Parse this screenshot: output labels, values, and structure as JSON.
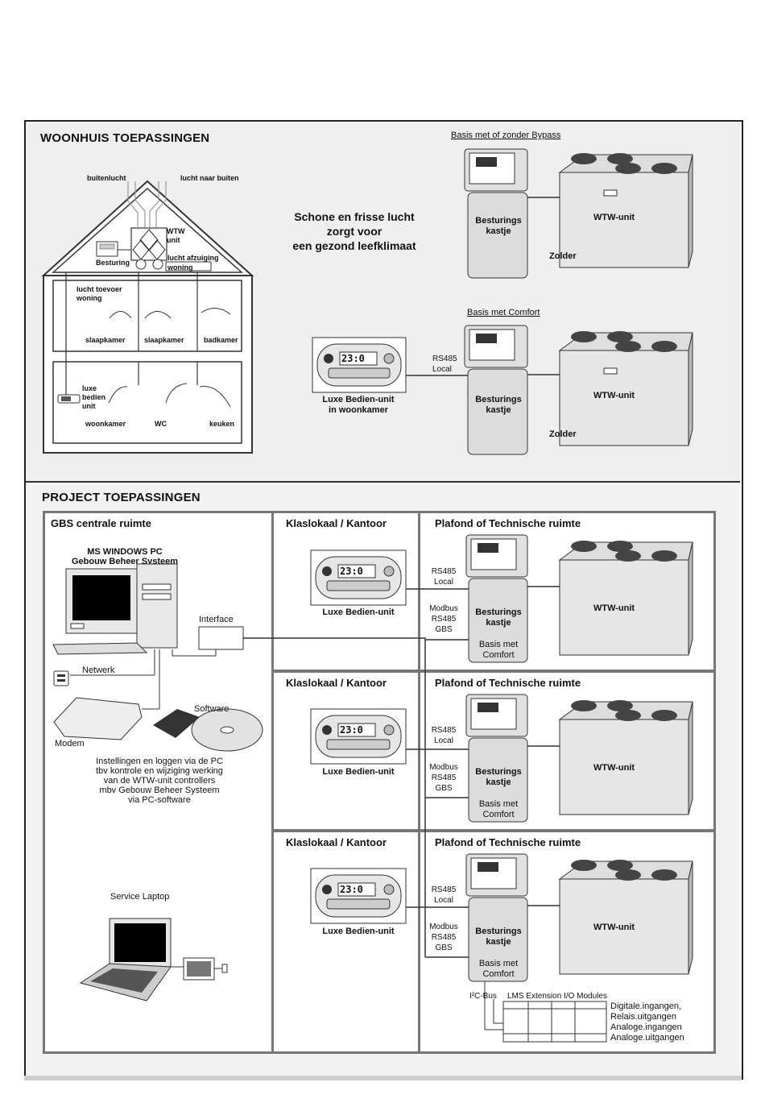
{
  "woonhuis": {
    "title": "WOONHUIS TOEPASSINGEN",
    "house": {
      "buitenlucht": "buitenlucht",
      "lucht_naar_buiten": "lucht naar buiten",
      "wtw_unit": "WTW\nunit",
      "besturing": "Besturing",
      "lucht_afzuiging": "lucht afzuiging",
      "woning": "woning",
      "lucht_toevoer": "lucht toevoer\nwoning",
      "rooms_upper": [
        "slaapkamer",
        "slaapkamer",
        "badkamer"
      ],
      "luxe_bedien_unit": "luxe\nbedien\nunit",
      "rooms_lower": [
        "woonkamer",
        "WC",
        "keuken"
      ]
    },
    "slogan": "Schone en frisse lucht\nzorgt voor\neen gezond leefklimaat",
    "basis_bypass": {
      "caption": "Basis met of zonder Bypass",
      "besturingskastje": "Besturings\nkastje",
      "wtw": "WTW-unit",
      "zolder": "Zolder"
    },
    "basis_comfort": {
      "caption": "Basis met Comfort",
      "rs485": "RS485\nLocal",
      "luxe_label": "Luxe Bedien-unit\nin woonkamer",
      "besturingskastje": "Besturings\nkastje",
      "wtw": "WTW-unit",
      "zolder": "Zolder"
    },
    "display_value": "23:0"
  },
  "project": {
    "title": "PROJECT TOEPASSINGEN",
    "gbs": {
      "title": "GBS centrale ruimte",
      "pc_title": "MS WINDOWS PC\nGebouw Beheer Systeem",
      "interface": "Interface",
      "netwerk": "Netwerk",
      "modem": "Modem",
      "software": "Software",
      "description": "Instellingen en loggen via de PC\ntbv kontrole en wijziging werking\nvan de WTW-unit controllers\nmbv Gebouw Beheer Systeem\nvia PC-software",
      "service_laptop": "Service Laptop"
    },
    "rows": [
      {
        "klas_title": "Klaslokaal / Kantoor",
        "luxe": "Luxe Bedien-unit",
        "plafond_title": "Plafond of Technische ruimte",
        "rs485": "RS485\nLocal",
        "modbus": "Modbus\nRS485\nGBS",
        "besturing": "Besturings\nkastje",
        "basis_comfort": "Basis met\nComfort",
        "wtw": "WTW-unit"
      },
      {
        "klas_title": "Klaslokaal / Kantoor",
        "luxe": "Luxe Bedien-unit",
        "plafond_title": "Plafond of Technische ruimte",
        "rs485": "RS485\nLocal",
        "modbus": "Modbus\nRS485\nGBS",
        "besturing": "Besturings\nkastje",
        "basis_comfort": "Basis met\nComfort",
        "wtw": "WTW-unit"
      },
      {
        "klas_title": "Klaslokaal / Kantoor",
        "luxe": "Luxe Bedien-unit",
        "plafond_title": "Plafond of Technische ruimte",
        "rs485": "RS485\nLocal",
        "modbus": "Modbus\nRS485\nGBS",
        "besturing": "Besturings\nkastje",
        "basis_comfort": "Basis met\nComfort",
        "wtw": "WTW-unit"
      }
    ],
    "i2c_bus": "I²C-Bus",
    "lms_title": "LMS Extension I/O Modules",
    "lms_outputs": [
      "Digitale.ingangen,",
      "Relais.uitgangen",
      "Analoge.ingangen",
      "Analoge.uitgangen"
    ]
  }
}
